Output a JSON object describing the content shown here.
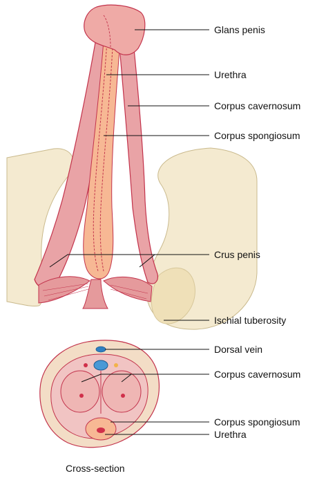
{
  "labels": {
    "glans_penis": "Glans penis",
    "urethra_top": "Urethra",
    "corpus_cavernosum_top": "Corpus cavernosum",
    "corpus_spongiosum_top": "Corpus spongiosum",
    "crus_penis": "Crus penis",
    "ischial_tuberosity": "Ischial tuberosity",
    "dorsal_vein": "Dorsal vein",
    "corpus_cavernosum_bottom": "Corpus cavernosum",
    "corpus_spongiosum_bottom": "Corpus spongiosum",
    "urethra_bottom": "Urethra",
    "cross_section": "Cross-section"
  },
  "colors": {
    "bone": "#f4ead0",
    "bone_outline": "#c9b98c",
    "tissue": "#e9a3a6",
    "tissue_light": "#f6c9c2",
    "outline": "#c2324b",
    "spongiosum": "#f7b894",
    "vein": "#2f7fc1",
    "leader": "#111111"
  }
}
